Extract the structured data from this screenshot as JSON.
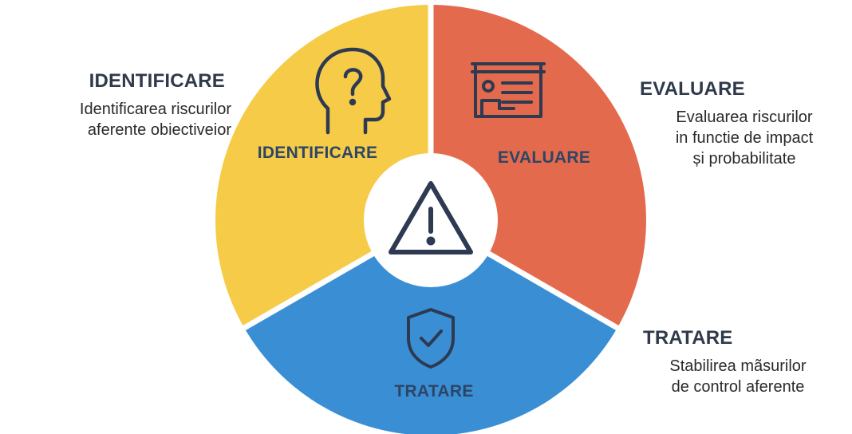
{
  "colors": {
    "identificare": "#f6cb48",
    "evaluare": "#e46a4d",
    "tratare": "#3a8fd4",
    "center": "#ffffff",
    "icon_stroke": "#2d3a52",
    "segment_title": "#2d4566"
  },
  "segments": {
    "identificare": {
      "title": "IDENTIFICARE",
      "icon": "head-question-icon"
    },
    "evaluare": {
      "title": "EVALUARE",
      "icon": "presentation-board-icon"
    },
    "tratare": {
      "title": "TRATARE",
      "icon": "shield-check-icon"
    },
    "center_icon": "warning-triangle-icon"
  },
  "labels": {
    "identificare": {
      "title": "IDENTIFICARE",
      "description": "Identificarea riscurilor\naferente obiectiveior"
    },
    "evaluare": {
      "title": "EVALUARE",
      "description": "Evaluarea riscurilor\nin functie de impact\nși probabilitate"
    },
    "tratare": {
      "title": "TRATARE",
      "description": "Stabilirea mãsurilor\nde control aferente"
    }
  }
}
